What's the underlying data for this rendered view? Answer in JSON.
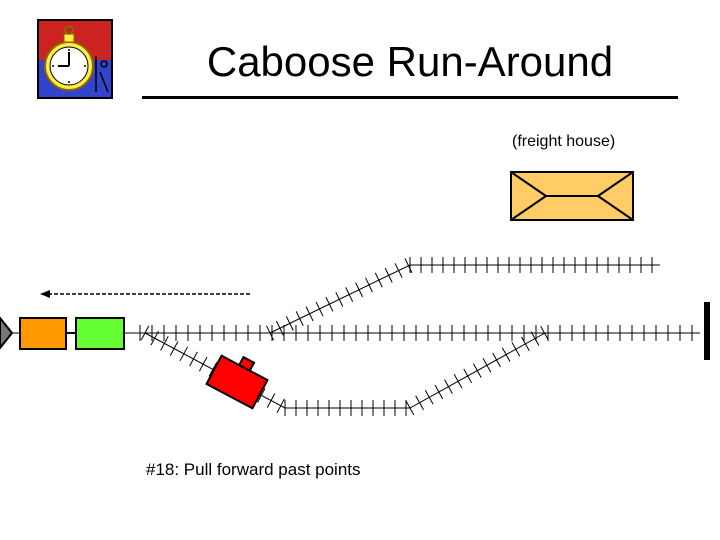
{
  "slide": {
    "title": "Caboose Run-Around",
    "building_label": "(freight house)",
    "step_caption": "#18: Pull forward past points"
  },
  "icons": {
    "logo": "stopwatch-icon"
  },
  "colors": {
    "caboose": "#ff0000",
    "car_orange": "#ff9900",
    "car_green": "#66ff33",
    "freight_house": "#ffcc66",
    "logo_red": "#cc2222",
    "logo_blue": "#3344cc",
    "logo_yellow": "#ffee44"
  }
}
